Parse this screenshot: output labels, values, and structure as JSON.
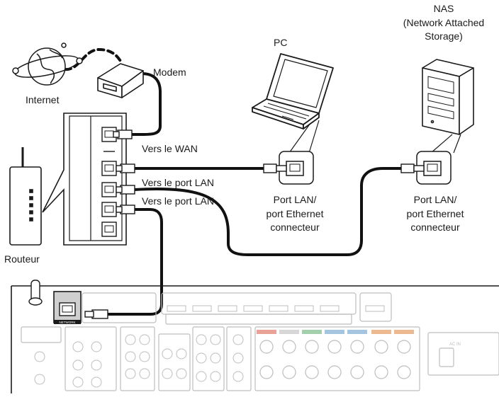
{
  "labels": {
    "nas_line1": "NAS",
    "nas_line2": "(Network Attached",
    "nas_line3": "Storage)",
    "pc": "PC",
    "modem": "Modem",
    "internet": "Internet",
    "to_wan": "Vers le WAN",
    "to_lan_1": "Vers le port LAN",
    "to_lan_2": "Vers le port LAN",
    "pc_port_line1": "Port LAN/",
    "pc_port_line2": "port Ethernet",
    "pc_port_line3": "connecteur",
    "nas_port_line1": "Port LAN/",
    "nas_port_line2": "port Ethernet",
    "nas_port_line3": "connecteur",
    "router": "Routeur"
  },
  "receiver_panel": {
    "network": "NETWORK",
    "ac_in": "AC IN"
  },
  "colors": {
    "line": "#1a1a1a",
    "cable": "#111111",
    "device_fill": "#ffffff",
    "panel_gray": "#bdbdbd",
    "speaker_green": "#8fc49a",
    "speaker_blue": "#8fb7d9",
    "speaker_red": "#e07a6a",
    "speaker_orange": "#e9a874"
  }
}
